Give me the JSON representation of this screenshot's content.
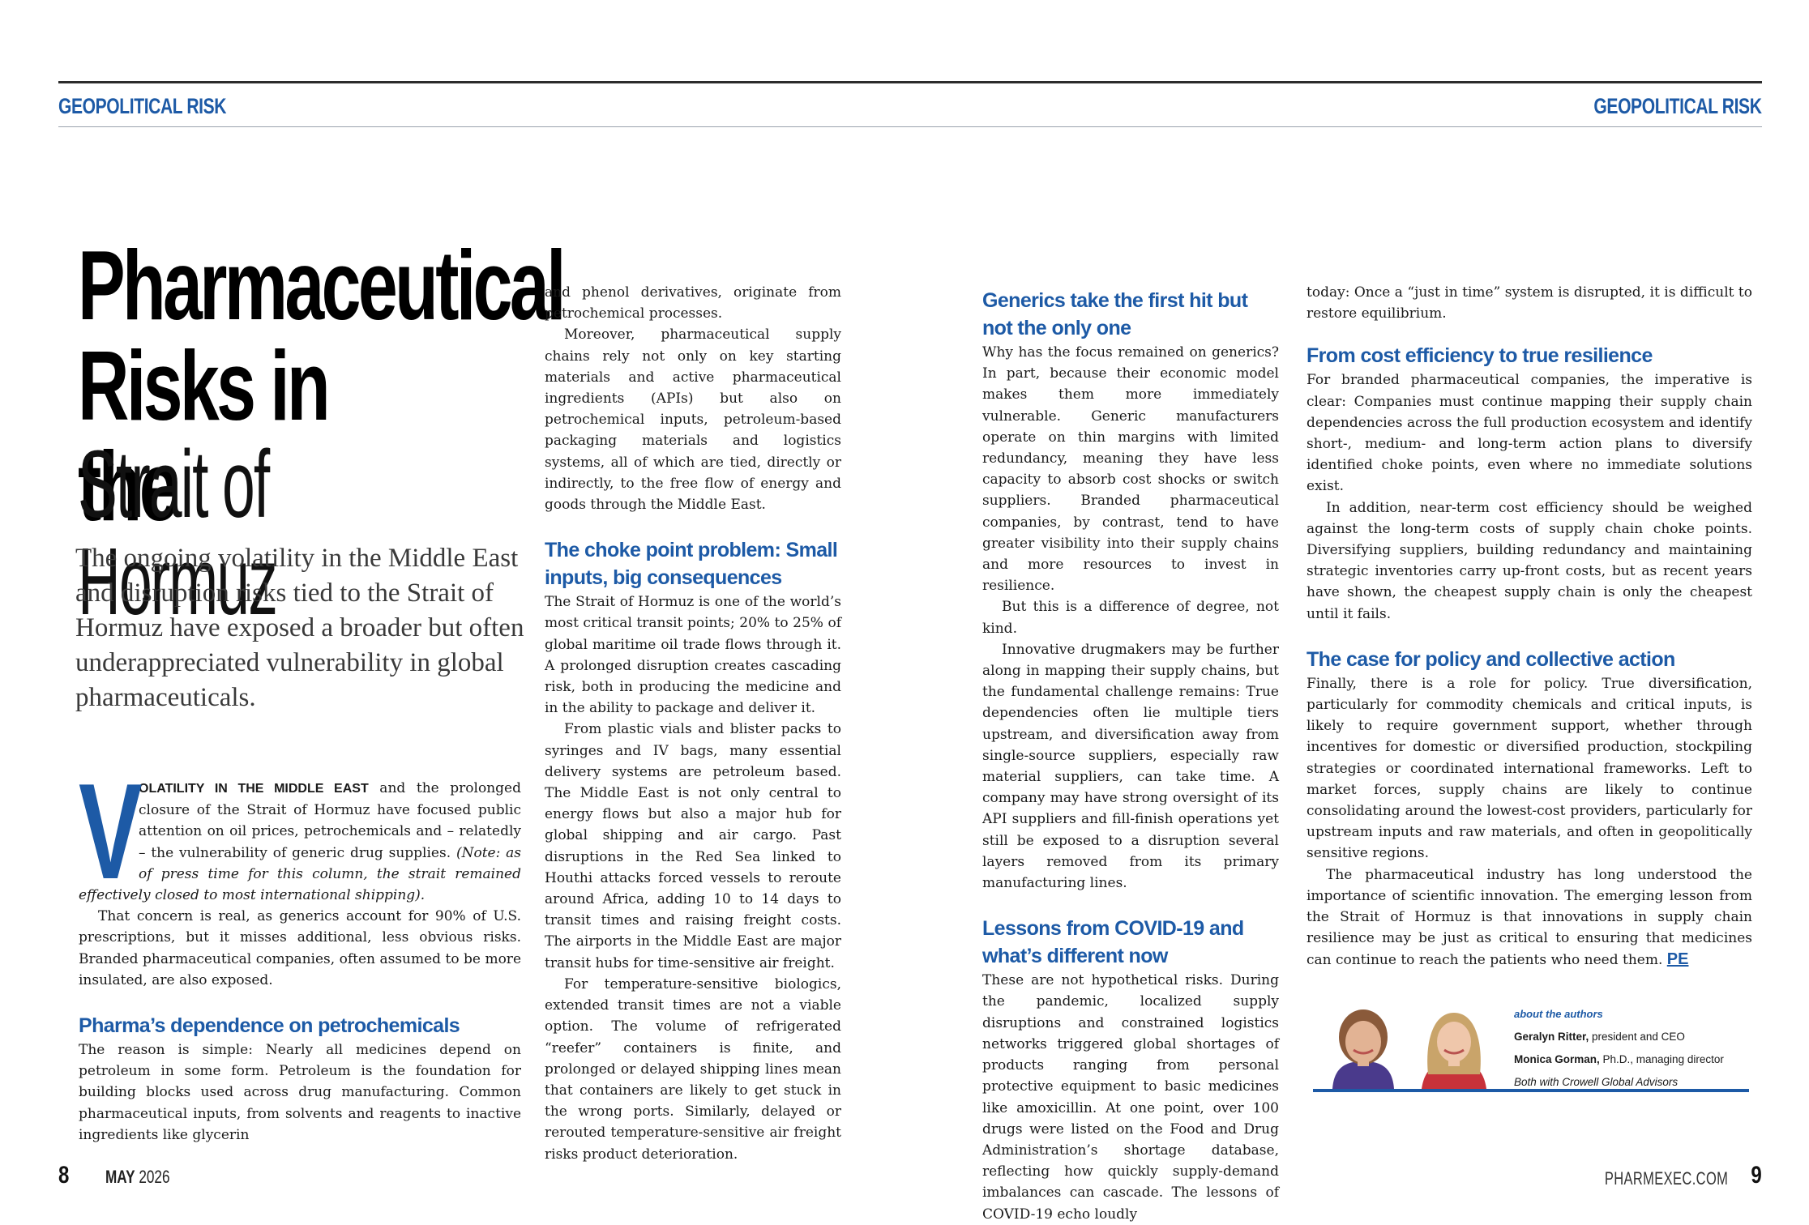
{
  "header": {
    "section_left": "GEOPOLITICAL RISK",
    "section_right": "GEOPOLITICAL RISK"
  },
  "title": {
    "line1": "Pharmaceutical",
    "line2": "Risks in the",
    "line3": "Strait of Hormuz"
  },
  "deck": "The ongoing volatility in the Middle East and disruption risks tied to the Strait of Hormuz have exposed a broader but often underappreciated vulnerability in global pharmaceuticals.",
  "col1": {
    "dropcap": "V",
    "lead": "OLATILITY IN THE MIDDLE EAST",
    "p1": " and the prolonged closure of the Strait of Hormuz have focused public attention on oil prices, petrochemicals and – relatedly – the vulnerability of generic drug supplies. ",
    "p1_note": "(Note: as of press time for this column, the strait remained effectively closed to most international shipping).",
    "p2": "That concern is real, as generics account for 90% of U.S. prescriptions, but it misses additional, less obvious risks. Branded pharmaceutical companies, often assumed to be more insulated, are also exposed.",
    "h1": "Pharma’s dependence on petrochemicals",
    "p3": "The reason is simple: Nearly all medicines depend on petroleum in some form. Petroleum is the foundation for building blocks used across drug manufacturing. Common pharmaceutical inputs, from solvents and reagents to inactive ingredients like glycerin"
  },
  "col2": {
    "p1": "and phenol derivatives, originate from petrochemical processes.",
    "p2": "Moreover, pharmaceutical supply chains rely not only on key starting materials and active pharmaceutical ingredients (APIs) but also on petrochemical inputs, petroleum-based packaging materials and logistics systems, all of which are tied, directly or indirectly, to the free flow of energy and goods through the Middle East.",
    "h1": "The choke point problem: Small inputs, big consequences",
    "p3": "The Strait of Hormuz is one of the world’s most critical transit points; 20% to 25% of global maritime oil trade flows through it. A prolonged disruption creates cascading risk, both in producing the medicine and in the ability to package and deliver it.",
    "p4": "From plastic vials and blister packs to syringes and IV bags, many essential delivery systems are petroleum based. The Middle East is not only central to energy flows but also a major hub for global shipping and air cargo. Past disruptions in the Red Sea linked to Houthi attacks forced vessels to reroute around Africa, adding 10 to 14 days to transit times and raising freight costs. The airports in the Middle East are major transit hubs for time-sensitive air freight.",
    "p5": "For temperature-sensitive biologics, extended transit times are not a viable option. The volume of refrigerated “reefer” containers is finite, and prolonged or delayed shipping lines mean that containers are likely to get stuck in the wrong ports. Similarly, delayed or rerouted temperature-sensitive air freight risks product deterioration."
  },
  "col3": {
    "h1": "Generics take the first hit but not the only one",
    "p1": "Why has the focus remained on generics? In part, because their economic model makes them more immediately vulnerable. Generic manufacturers operate on thin margins with limited redundancy, meaning they have less capacity to absorb cost shocks or switch suppliers. Branded pharmaceutical companies, by contrast, tend to have greater visibility into their supply chains and more resources to invest in resilience.",
    "p2": "But this is a difference of degree, not kind.",
    "p3": "Innovative drugmakers may be further along in mapping their supply chains, but the fundamental challenge remains: True dependencies often lie multiple tiers upstream, and diversification away from single-source suppliers, especially raw material suppliers, can take time. A company may have strong oversight of its API suppliers and fill-finish operations yet still be exposed to a disruption several layers removed from its primary manufacturing lines.",
    "h2": "Lessons from COVID-19 and what’s different now",
    "p4": "These are not hypothetical risks. During the pandemic, localized supply disruptions and constrained logistics networks triggered global shortages of products ranging from personal protective equipment to basic medicines like amoxicillin. At one point, over 100 drugs were listed on the Food and Drug Administration’s shortage database, reflecting how quickly supply-demand imbalances can cascade. The lessons of COVID-19 echo loudly"
  },
  "col4": {
    "p1": "today: Once a “just in time” system is disrupted, it is difficult to restore equilibrium.",
    "h1": "From cost efficiency to true resilience",
    "p2": "For branded pharmaceutical companies, the imperative is clear: Companies must continue mapping their supply chain dependencies across the full production ecosystem and identify short-, medium- and long-term action plans to diversify identified choke points, even where no immediate solutions exist.",
    "p3": "In addition, near-term cost efficiency should be weighed against the long-term costs of supply chain choke points. Diversifying suppliers, building redundancy and maintaining strategic inventories carry up-front costs, but as recent years have shown, the cheapest supply chain is only the cheapest until it fails.",
    "h2": "The case for policy and collective action",
    "p4": "Finally, there is a role for policy. True diversification, particularly for commodity chemicals and critical inputs, is likely to require government support, whether through incentives for domestic or diversified production, stockpiling strategies or coordinated international frameworks. Left to market forces, supply chains are likely to continue consolidating around the lowest-cost providers, particularly for upstream inputs and raw materials, and often in geopolitically sensitive regions.",
    "p5": "The pharmaceutical industry has long understood the importance of scientific innovation. The emerging lesson from the Strait of Hormuz is that innovations in supply chain resilience may be just as critical to ensuring that medicines can continue to reach the patients who need them. ",
    "end_mark": "PE"
  },
  "authors": {
    "heading": "about the authors",
    "a1_name": "Geralyn Ritter,",
    "a1_role": " president and CEO",
    "a2_name": "Monica Gorman,",
    "a2_role": " Ph.D., managing director",
    "affiliation": "Both with Crowell Global Advisors"
  },
  "footer": {
    "page_left": "8",
    "month": "MAY",
    "year": " 2026",
    "site": "PHARMEXEC.COM",
    "page_right": "9"
  },
  "colors": {
    "accent": "#1d5aa6",
    "text": "#1a1a1a",
    "rule": "#2b2b2b"
  }
}
